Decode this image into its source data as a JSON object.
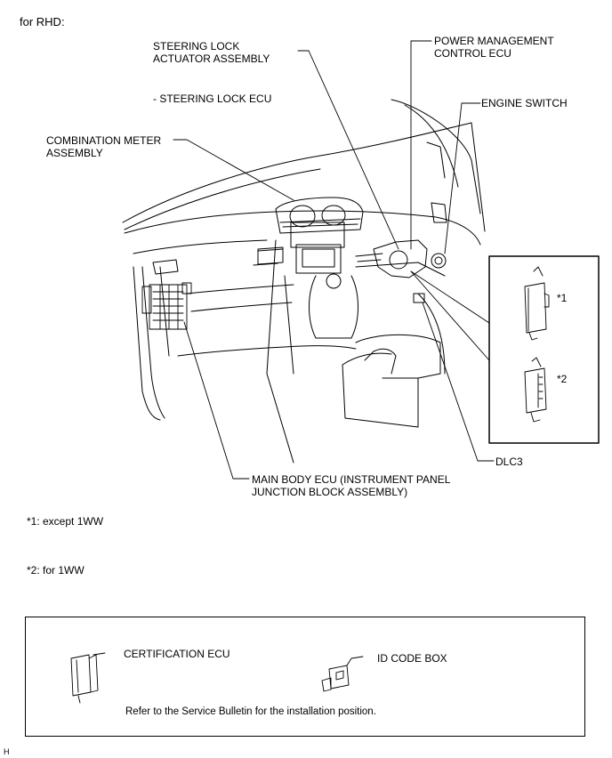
{
  "header": {
    "title": "for RHD:"
  },
  "labels": {
    "steering_lock_actuator": "STEERING LOCK\nACTUATOR ASSEMBLY",
    "steering_lock_ecu": "- STEERING LOCK ECU",
    "power_management": "POWER MANAGEMENT\nCONTROL ECU",
    "engine_switch": "ENGINE SWITCH",
    "combination_meter": "COMBINATION METER\nASSEMBLY",
    "main_body_ecu": "MAIN BODY ECU (INSTRUMENT PANEL\nJUNCTION BLOCK ASSEMBLY)",
    "dlc3": "DLC3"
  },
  "inset": {
    "marker_1": "*1",
    "marker_2": "*2"
  },
  "notes": {
    "note_1": "*1: except 1WW",
    "note_2": "*2: for 1WW"
  },
  "bottom_box": {
    "certification_ecu": "CERTIFICATION ECU",
    "id_code_box": "ID CODE BOX",
    "refer_text": "Refer to the Service Bulletin for the installation position."
  },
  "footer": {
    "corner_mark": "H"
  }
}
